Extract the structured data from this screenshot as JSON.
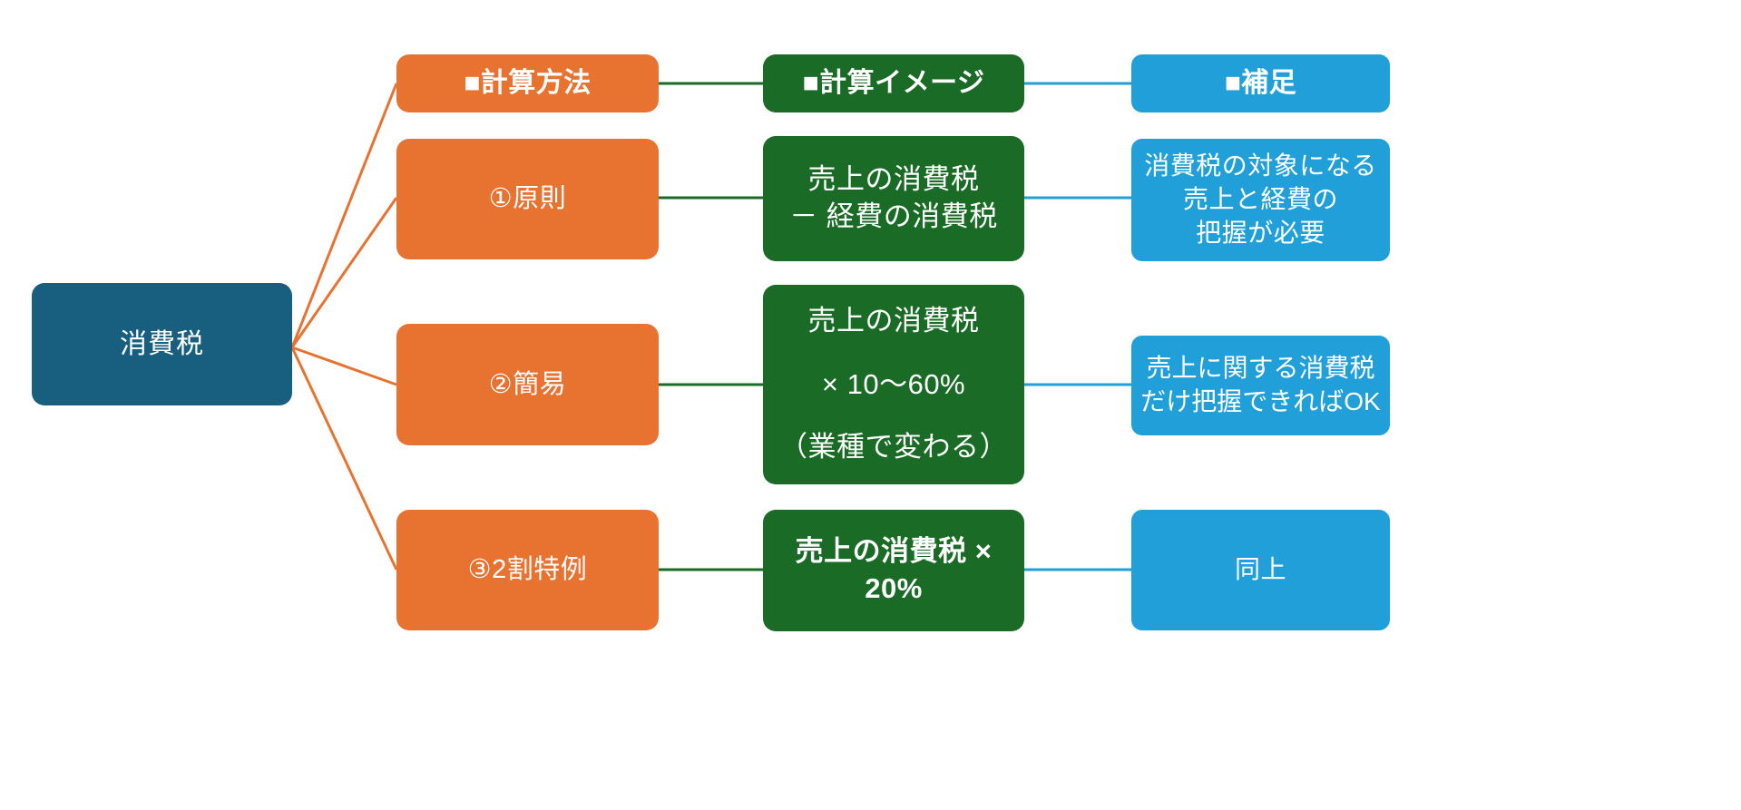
{
  "diagram": {
    "title_node": {
      "label": "消費税"
    },
    "column_headers": [
      {
        "id": "method",
        "label": "■計算方法",
        "color": "#E87330"
      },
      {
        "id": "calc",
        "label": "■計算イメージ",
        "color": "#1A6B26"
      },
      {
        "id": "note",
        "label": "■補足",
        "color": "#219FD9"
      }
    ],
    "rows": [
      {
        "id": "row-principle",
        "method": "①原則",
        "calc": "売上の消費税\n－ 経費の消費税",
        "calc_bold": false,
        "note": "消費税の対象になる\n売上と経費の\n把握が必要"
      },
      {
        "id": "row-simplified",
        "method": "②簡易",
        "calc": "売上の消費税\n\n× 10〜60%\n\n（業種で変わる）",
        "calc_bold": false,
        "note": "売上に関する消費税\nだけ把握できればOK"
      },
      {
        "id": "row-two-wari",
        "method": "③2割特例",
        "calc": "売上の消費税 ×\n20%",
        "calc_bold": true,
        "note": "同上"
      }
    ],
    "colors": {
      "root": "#185F7F",
      "orange": "#E87330",
      "green": "#1A6B26",
      "blue": "#219FD9",
      "background": "#FFFFFF"
    }
  }
}
